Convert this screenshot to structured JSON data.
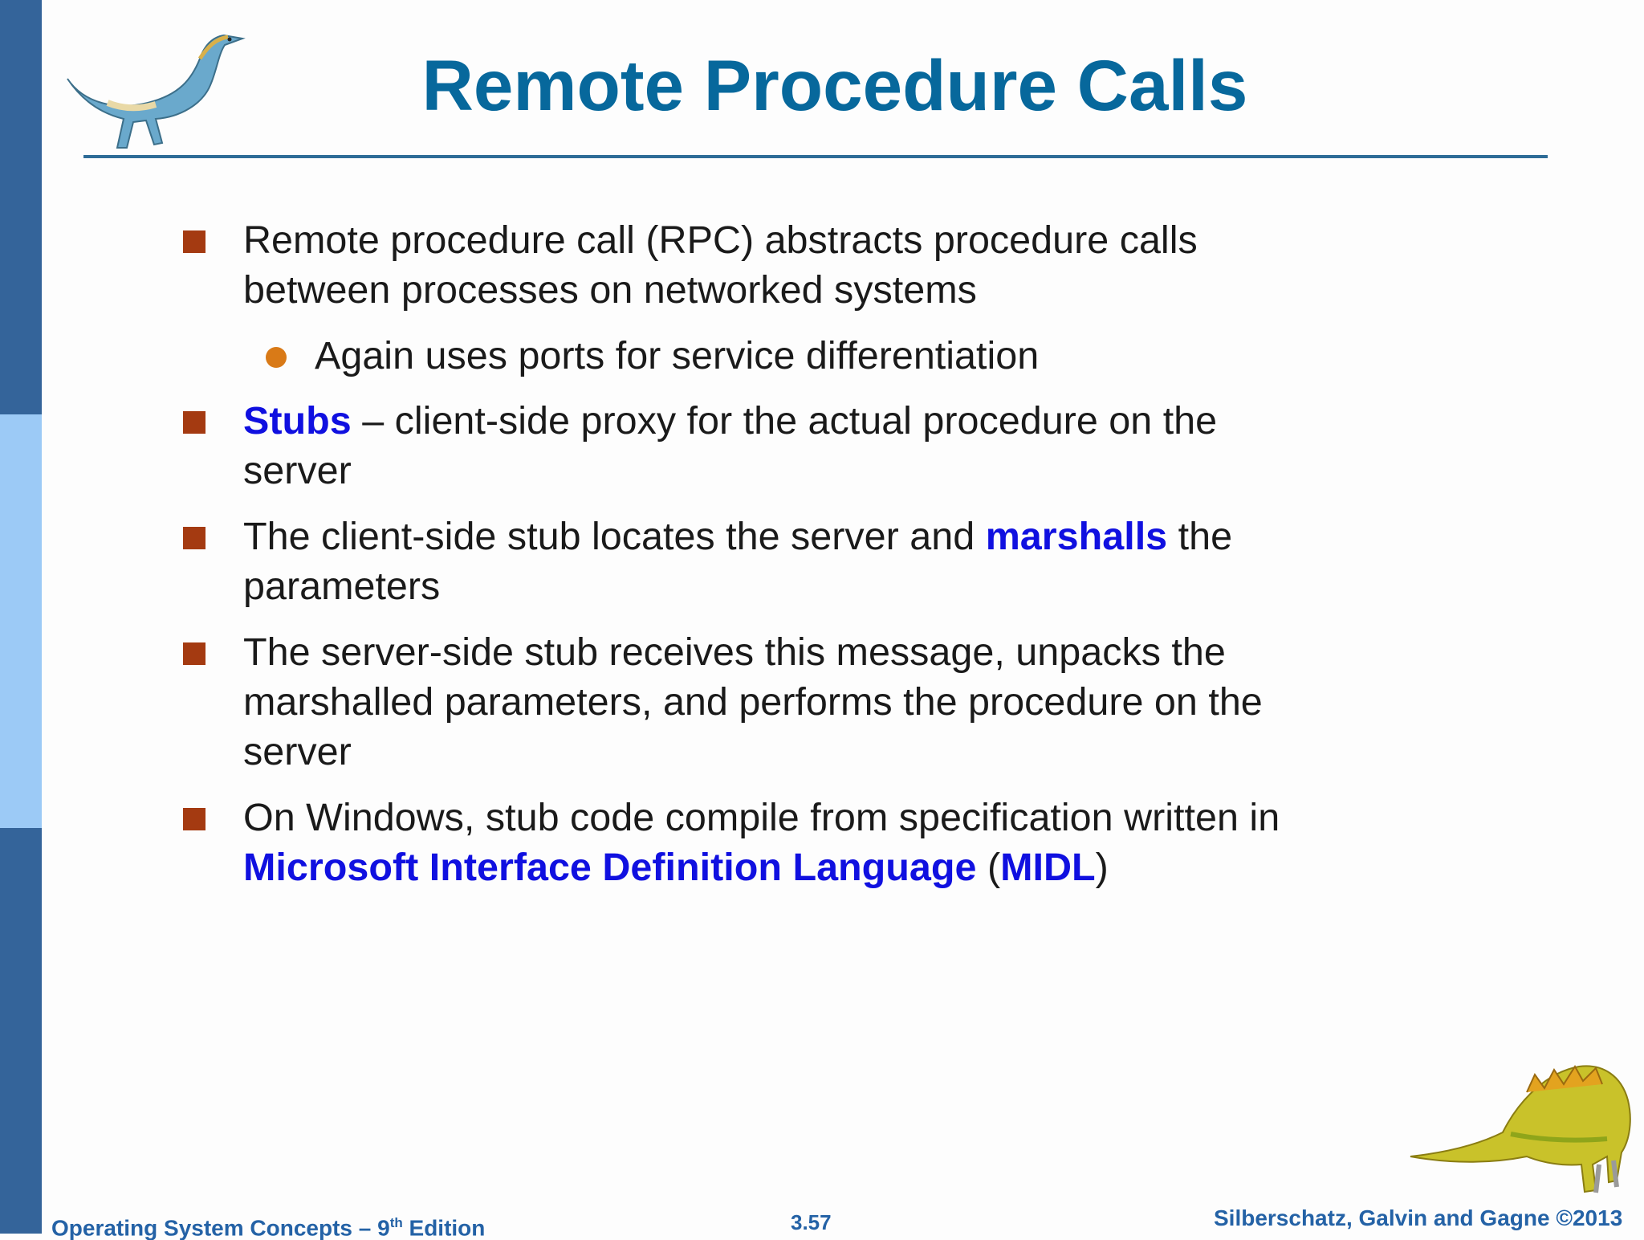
{
  "slide": {
    "title": "Remote Procedure Calls",
    "bullets": [
      {
        "text_lines": [
          "Remote procedure call (RPC) abstracts procedure calls",
          "between processes on networked systems"
        ],
        "sub": "Again uses ports for service differentiation"
      },
      {
        "keyword": "Stubs",
        "rest_line1": " – client-side proxy for the actual procedure on the",
        "line2": "server"
      },
      {
        "before": "The client-side stub locates the server and ",
        "keyword": "marshalls",
        "after": " the",
        "line2": "parameters"
      },
      {
        "text_lines": [
          "The server-side stub receives this message, unpacks the",
          "marshalled parameters, and performs the procedure on the",
          "server"
        ]
      },
      {
        "line1": "On Windows, stub code compile from specification written in",
        "keyword": "Microsoft Interface Definition Language",
        "open_paren": " (",
        "acronym": "MIDL",
        "close_paren": ")"
      }
    ]
  },
  "footer": {
    "book_prefix": "Operating System Concepts – 9",
    "book_sup": "th",
    "book_suffix": " Edition",
    "page": "3.57",
    "authors": "Silberschatz, Galvin and Gagne ©2013"
  },
  "colors": {
    "title": "#07689c",
    "keyword": "#1010e0",
    "bullet_square": "#a43a11",
    "bullet_dot": "#d97a17",
    "sidebar": "#34649a",
    "footer": "#2462a6"
  },
  "icons": [
    "dinosaur-top-icon",
    "dinosaur-bottom-icon"
  ]
}
